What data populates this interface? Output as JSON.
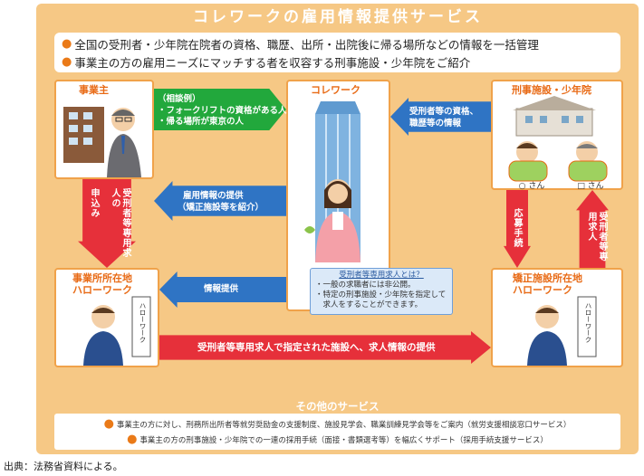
{
  "title": "コレワークの雇用情報提供サービス",
  "lead": [
    "全国の受刑者・少年院在院者の資格、職歴、出所・出院後に帰る場所などの情報を一括管理",
    "事業主の方の雇用ニーズにマッチする者を収容する刑事施設・少年院をご紹介"
  ],
  "nodes": {
    "employer": "事業主",
    "corrework": "コレワーク",
    "facility": "刑事施設・少年院",
    "hw_left_1": "事業所所在地",
    "hw_left_2": "ハローワーク",
    "hw_right_1": "矯正施設所在地",
    "hw_right_2": "ハローワーク",
    "hw_sign": "ハローワーク",
    "inmate_1": "○ さん",
    "inmate_2": "□ さん"
  },
  "arrows": {
    "consult_title": "（相談例）",
    "consult_1": "・フォークリフトの資格がある人",
    "consult_2": "・帰る場所が東京の人",
    "inmate_info_1": "受刑者等の資格、",
    "inmate_info_2": "職歴等の情報",
    "employment_info_1": "雇用情報の提供",
    "employment_info_2": "（矯正施設等を紹介）",
    "info_provide": "情報提供",
    "apply": "申込み",
    "dedicated_left": "受刑者等専用求人の",
    "job_apply": "応募手続",
    "dedicated_right": "受刑者等専用求人",
    "bottom": "受刑者等専用求人で指定された施設へ、求人情報の提供"
  },
  "info_box": {
    "title": "受刑者等専用求人とは？",
    "line1": "・一般の求職者には非公開。",
    "line2": "・特定の刑事施設・少年院を指定して",
    "line3": "　求人をすることができます。"
  },
  "other": {
    "title": "その他のサービス",
    "items": [
      "事業主の方に対し、刑務所出所者等就労奨励金の支援制度、施設見学会、職業訓練見学会等をご案内（就労支援相談窓口サービス）",
      "事業主の方の刑事施設・少年院での一連の採用手続（面接・書類選考等）を幅広くサポート（採用手続支援サービス）"
    ]
  },
  "source": "出典：法務省資料による。",
  "colors": {
    "frame": "#f6c885",
    "accent": "#e86a15",
    "green": "#22a83c",
    "blue": "#2f74c4",
    "red": "#e6303a"
  }
}
